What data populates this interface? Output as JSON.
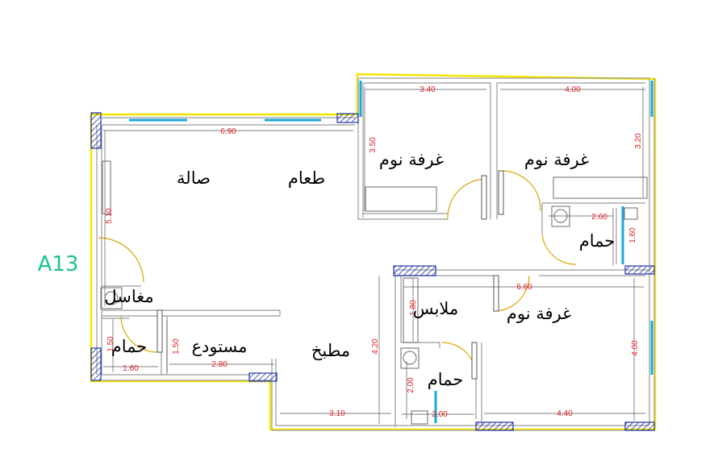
{
  "unit_label": "A13",
  "rooms": {
    "living": "صالة",
    "dining": "طعام",
    "bedroom_1": "غرفة نوم",
    "bedroom_2": "غرفة نوم",
    "bedroom_3": "غرفة نوم",
    "bathroom_1": "حمام",
    "bathroom_2": "حمام",
    "bathroom_3": "حمام",
    "laundry": "مغاسل",
    "storage": "مستودع",
    "kitchen": "مطبخ",
    "closet": "ملابس"
  },
  "dimensions": {
    "living_width": "6.90",
    "living_height": "5.10",
    "bedroom1_width": "3.40",
    "bedroom1_height": "3.50",
    "bedroom2_width": "4.00",
    "bedroom2_height": "3.20",
    "bath_right_width": "2.60",
    "bath_right_height": "1.60",
    "bedroom3_width": "6.60",
    "bedroom3_height": "4.00",
    "bedroom3_bottom_width": "4.40",
    "closet_height": "1.80",
    "bath_bottom_width": "2.00",
    "bath_bottom_height": "2.00",
    "kitchen_height": "4.20",
    "kitchen_width": "3.10",
    "storage_width": "2.80",
    "storage_height": "1.50",
    "bath_left_width": "1.60",
    "bath_left_height": "1.50"
  },
  "colors": {
    "wall": "#9a9a9a",
    "outline": "#f2e600",
    "window": "#1aa7d8",
    "column_fill": "#2233aa",
    "dimension_text": "#e31e24",
    "door": "#d6a600",
    "unit_label": "#19c58b"
  }
}
